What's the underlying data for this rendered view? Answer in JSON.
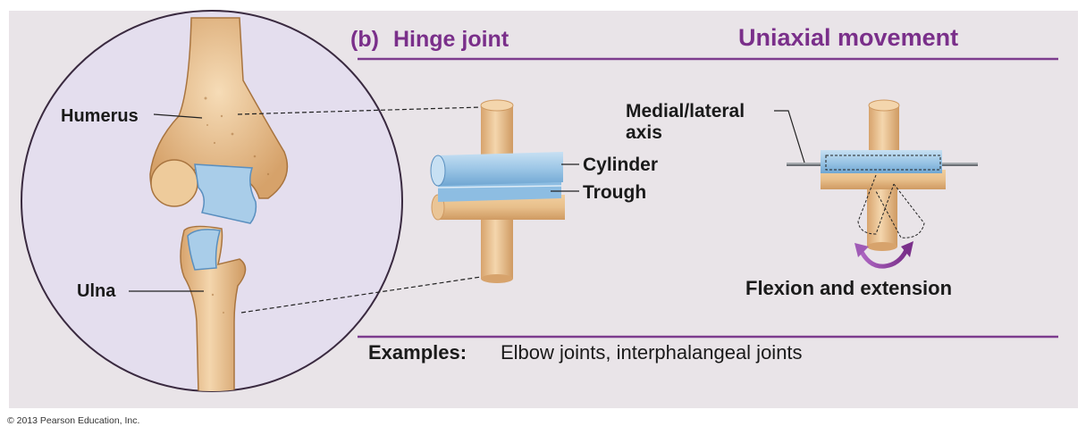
{
  "panel_letter": "(b)",
  "joint_type": "Hinge joint",
  "movement_type": "Uniaxial movement",
  "labels": {
    "humerus": "Humerus",
    "ulna": "Ulna",
    "cylinder": "Cylinder",
    "trough": "Trough",
    "axis_line1": "Medial/lateral",
    "axis_line2": "axis",
    "movement_name": "Flexion and extension"
  },
  "examples": {
    "heading": "Examples:",
    "text": "Elbow joints, interphalangeal joints"
  },
  "copyright": "© 2013 Pearson Education, Inc.",
  "colors": {
    "panel_background": "#e9e4e8",
    "circle_fill": "#e4deee",
    "accent_purple": "#7a2f8a",
    "bone": "#e8c190",
    "cartilage_blue": "#a9cde9"
  }
}
